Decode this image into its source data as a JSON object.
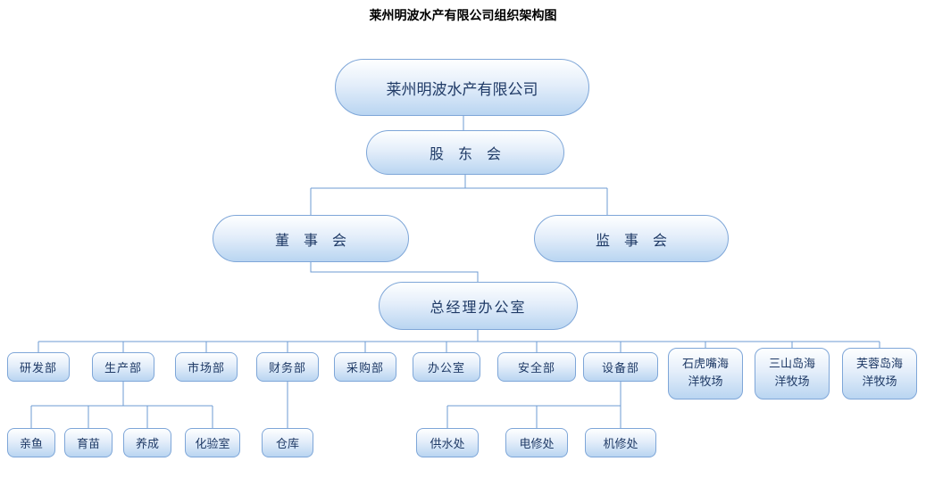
{
  "title": "莱州明波水产有限公司组织架构图",
  "nodes": {
    "company": "莱州明波水产有限公司",
    "shareholders": "股　东　会",
    "board": "董　事　会",
    "supervisory": "监　事　会",
    "gm_office": "总经理办公室",
    "rd": "研发部",
    "production": "生产部",
    "marketing": "市场部",
    "finance": "财务部",
    "purchasing": "采购部",
    "office": "办公室",
    "safety": "安全部",
    "equipment": "设备部",
    "shihuzui": "石虎嘴海洋牧场",
    "sanshandao": "三山岛海洋牧场",
    "furongdao": "芙蓉岛海洋牧场",
    "broodstock": "亲鱼",
    "fry": "育苗",
    "growout": "养成",
    "lab": "化验室",
    "warehouse": "仓库",
    "water_supply": "供水处",
    "electrical_repair": "电修处",
    "machine_repair": "机修处"
  },
  "colors": {
    "node_border": "#7ea6d8",
    "node_fill_top": "#feffff",
    "node_fill_bottom": "#b9d5f1",
    "connector": "#6d9bd3",
    "node_text": "#1f3a66",
    "title_text": "#000000"
  }
}
